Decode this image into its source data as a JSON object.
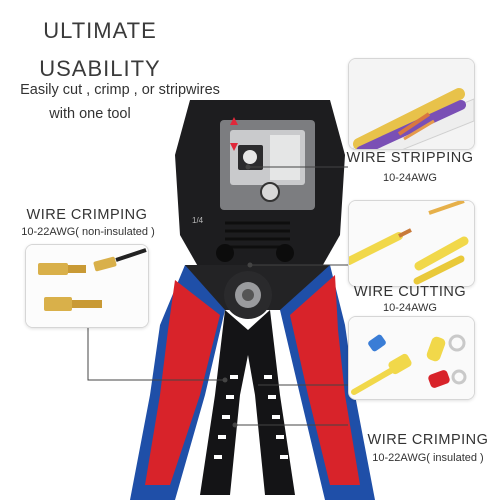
{
  "headline": {
    "line1": "ULTIMATE",
    "line2": "USABILITY"
  },
  "tagline": {
    "line1": "Easily cut , crimp , or stripwires",
    "line2": "with one tool"
  },
  "features": {
    "stripping": {
      "title": "WIRE STRIPPING",
      "range": "10-24AWG"
    },
    "crimping_noninsulated": {
      "title": "WIRE CRIMPING",
      "range": "10-22AWG( non-insulated )"
    },
    "cutting": {
      "title": "WIRE CUTTING",
      "range": "10-24AWG"
    },
    "crimping_insulated": {
      "title": "WIRE CRIMPING",
      "range": "10-22AWG( insulated )"
    }
  },
  "colors": {
    "handle_red": "#d8232a",
    "handle_blue": "#1f4fa8",
    "tool_black": "#1d1d1f",
    "leader_line": "#444444",
    "accent_arrow": "#e0283a"
  },
  "icons": [
    "stripping-tool-icon",
    "crimp-terminal-icon",
    "cut-wire-icon",
    "insulated-terminal-icon"
  ]
}
